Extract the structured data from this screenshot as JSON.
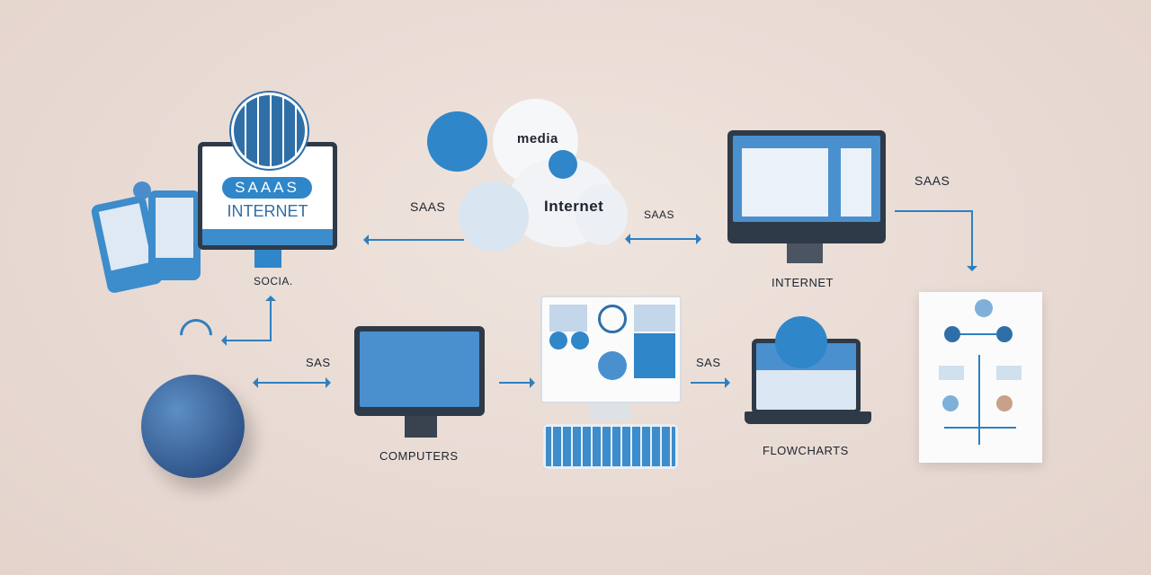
{
  "nodes": {
    "saas_monitor": {
      "badge": "SAAAS",
      "subtitle": "INTERNET",
      "caption": "SOCIA."
    },
    "cloud": {
      "media": "media",
      "internet": "Internet",
      "left_label": "SAAS",
      "right_label": "SAAS"
    },
    "internet_monitor": {
      "caption": "INTERNET",
      "right_label": "SAAS"
    },
    "computer": {
      "left_label": "SAS",
      "caption": "COMPUTERS"
    },
    "laptop": {
      "left_label": "SAS",
      "caption": "FLOWCHARTS"
    }
  },
  "colors": {
    "accent": "#2f7fbf",
    "dark": "#2f3a48",
    "background": "#e9ddd6"
  }
}
